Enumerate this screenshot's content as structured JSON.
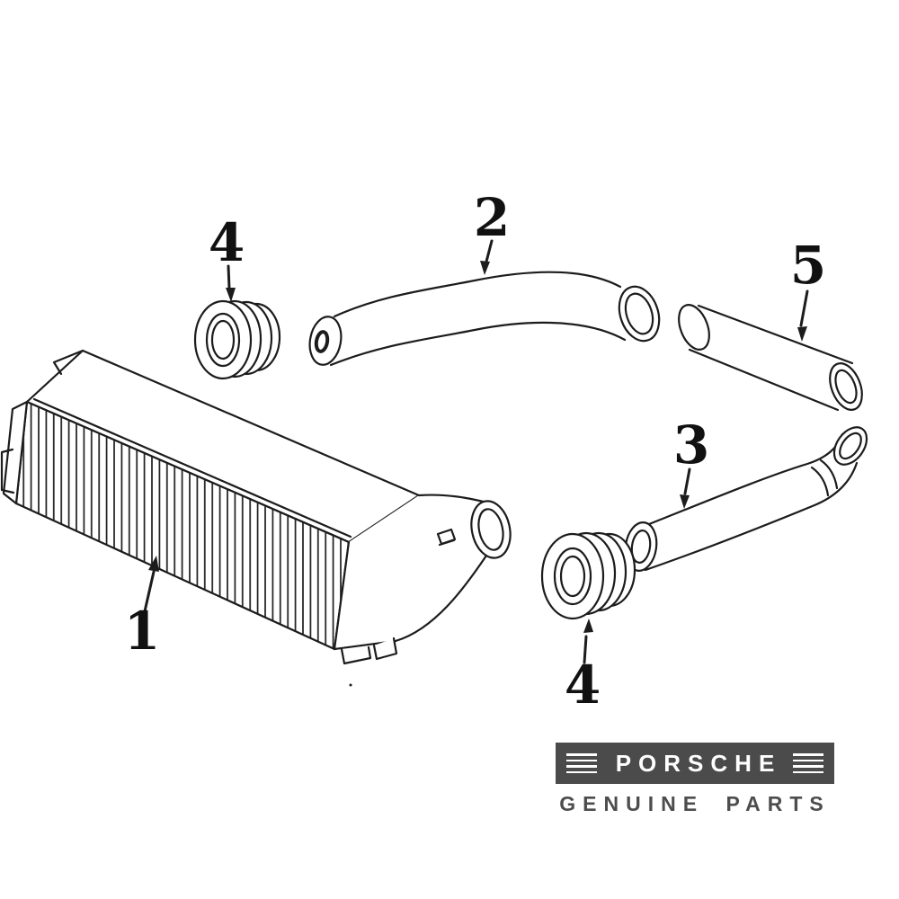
{
  "diagram": {
    "background": "#ffffff",
    "line_color": "#1c1c1c",
    "callouts": {
      "c1": "1",
      "c2": "2",
      "c3": "3",
      "c4_upper": "4",
      "c4_lower": "4",
      "c5": "5"
    }
  },
  "branding": {
    "brand": "PORSCHE",
    "tagline": "GENUINE PARTS",
    "bar_color": "#4b4b4b",
    "brand_text_color": "#ffffff",
    "tagline_color": "#4d4d4d"
  },
  "icons": {
    "logo_stripes": "horizontal-lines"
  }
}
